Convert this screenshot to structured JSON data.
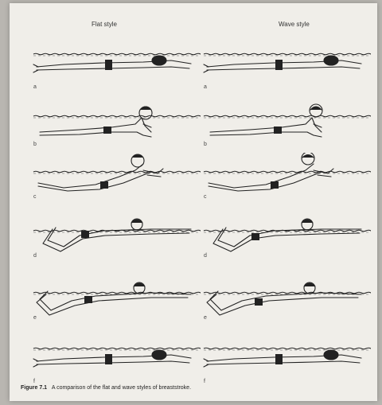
{
  "columns": {
    "left_title": "Flat style",
    "right_title": "Wave style"
  },
  "rows": [
    {
      "letter": "a",
      "pose": "glide"
    },
    {
      "letter": "b",
      "pose": "breath"
    },
    {
      "letter": "c",
      "pose": "lunge"
    },
    {
      "letter": "d",
      "pose": "kick-start"
    },
    {
      "letter": "e",
      "pose": "kick"
    },
    {
      "letter": "f",
      "pose": "glide-end"
    }
  ],
  "caption": {
    "figure_label": "Figure 7.1",
    "text": "A comparison of the flat and wave styles of breaststroke."
  }
}
